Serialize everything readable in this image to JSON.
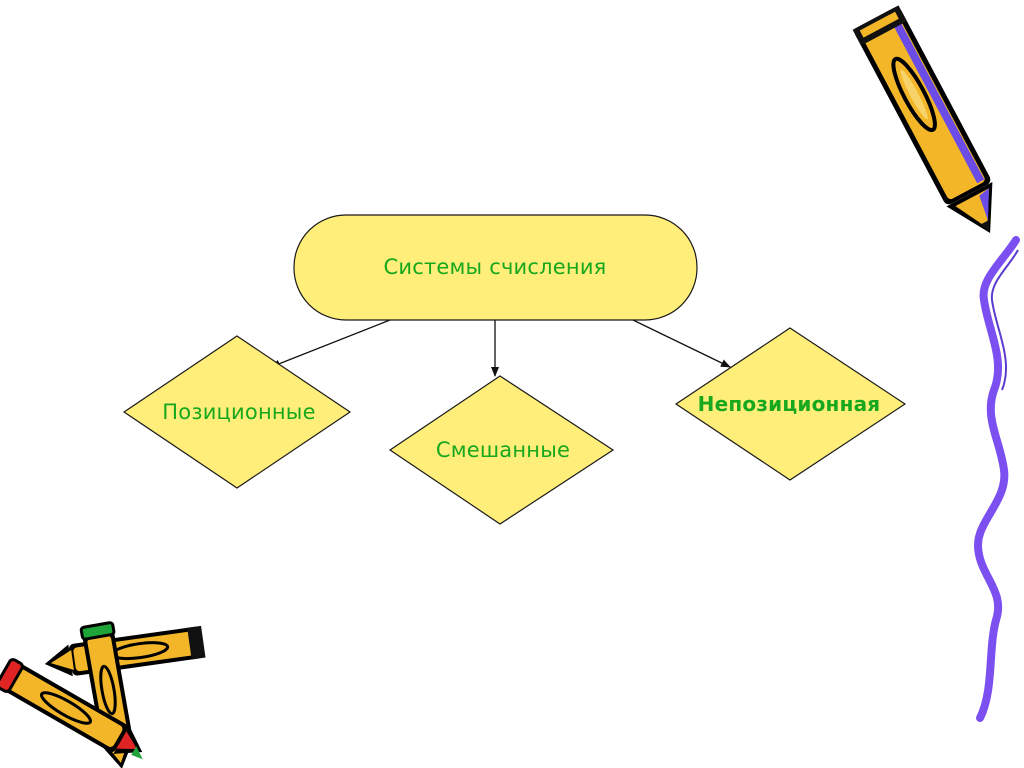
{
  "diagram": {
    "root": {
      "label": "Системы счисления"
    },
    "children": [
      {
        "label": "Позиционные"
      },
      {
        "label": "Смешанные"
      },
      {
        "label": "Непозиционная"
      }
    ]
  },
  "colors": {
    "shape_fill": "#ffee7a",
    "shape_stroke": "#1a1a1a",
    "text": "#18a81d",
    "pencil_body": "#f2b628",
    "pencil_outline": "#000000",
    "pencil_accent_purple": "#6b4ce6",
    "wavy_border": "#7b4ff0",
    "pencil_tip_red": "#e02424",
    "pencil_tip_green": "#1fa43a"
  },
  "decorations": [
    "pencil-icon",
    "crossed-pencils-icon",
    "wavy-border"
  ]
}
